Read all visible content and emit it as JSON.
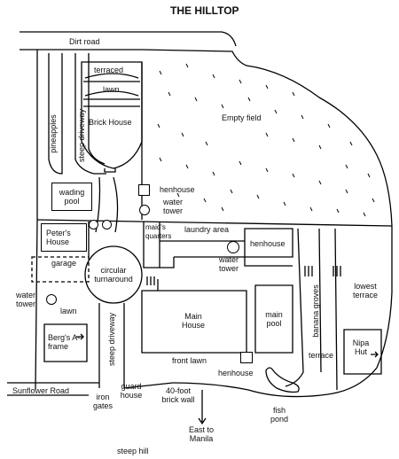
{
  "title": "THE HILLTOP",
  "labels": {
    "dirt_road": "Dirt road",
    "terraced": "terraced",
    "lawn_top": "lawn",
    "brick_house": "Brick House",
    "empty_field": "Empty field",
    "pineapples": "pineapples",
    "steep_driveway_top": "steep driveway",
    "wading_pool": "wading pool",
    "henhouse_top": "henhouse",
    "water_tower_top": "water tower",
    "peters_house": "Peter's House",
    "garage": "garage",
    "maids_quarters": "maid's quarters",
    "laundry_area": "laundry area",
    "henhouse_mid": "henhouse",
    "water_tower_mid": "water tower",
    "circular_turnaround": "circular turnaround",
    "banana_groves": "banana groves",
    "lowest_terrace": "lowest terrace",
    "water_tower_left": "water tower",
    "lawn_left": "lawn",
    "main_house": "Main House",
    "main_pool": "main pool",
    "bergs_aframe": "Berg's A-frame",
    "steep_driveway_bottom": "steep driveway",
    "nipa_hut": "Nipa Hut",
    "terrace": "terrace",
    "front_lawn": "front lawn",
    "henhouse_bottom": "henhouse",
    "sunflower_road": "Sunflower Road",
    "iron_gates": "iron gates",
    "guard_house": "guard house",
    "brick_wall": "40-foot brick wall",
    "fish_pond": "fish pond",
    "east_to_manila": "East to Manila",
    "steep_hill": "steep hill"
  },
  "colors": {
    "ink": "#000000",
    "background": "#ffffff"
  },
  "icons": [
    "arrow-down-icon",
    "stairs-icon",
    "door-arrow-icon"
  ]
}
